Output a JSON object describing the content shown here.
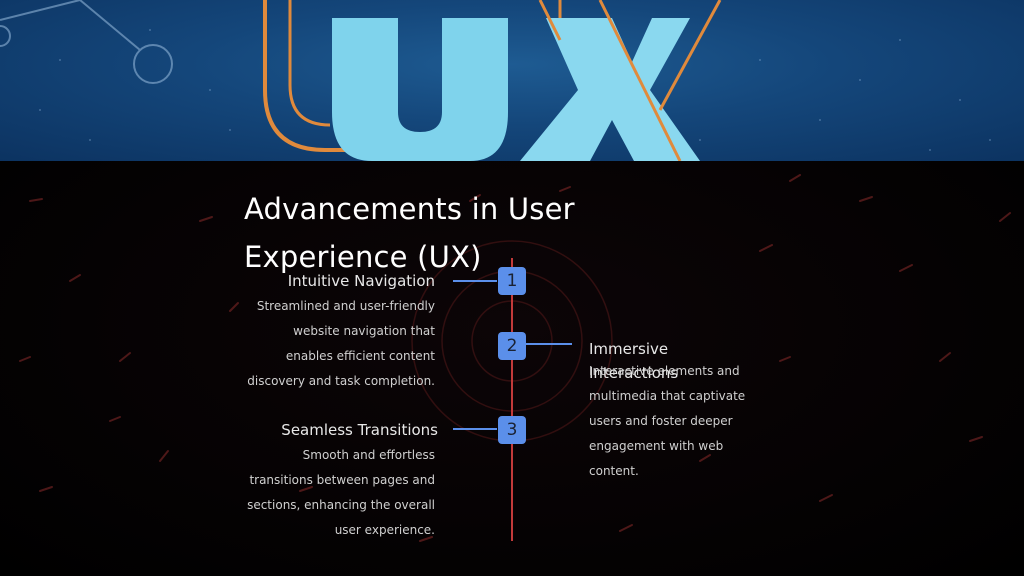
{
  "banner": {
    "logo_text": "UX"
  },
  "slide": {
    "title": "Advancements in User Experience (UX)",
    "items": [
      {
        "number": "1",
        "title": "Intuitive Navigation",
        "description": "Streamlined and user-friendly website navigation that enables efficient content discovery and task completion."
      },
      {
        "number": "2",
        "title": "Immersive Interactions",
        "description": "Interactive elements and multimedia that captivate users and foster deeper engagement with web content."
      },
      {
        "number": "3",
        "title": "Seamless Transitions",
        "description": "Smooth and effortless transitions between pages and sections, enhancing the overall user experience."
      }
    ]
  },
  "colors": {
    "node": "#5b8fea",
    "timeline": "#c23a3a",
    "banner_bg": "#14467a",
    "logo_fill": "#7fd3ec",
    "logo_outline": "#e08a3c"
  }
}
